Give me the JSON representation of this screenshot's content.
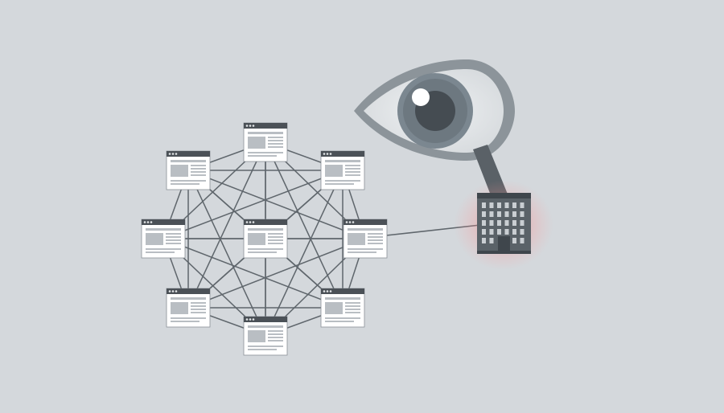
{
  "colors": {
    "background": "#d4d8dc",
    "window_frame": "#ffffff",
    "window_border": "#8a9096",
    "window_titlebar": "#4b5157",
    "window_content": "#b9bec3",
    "link_line": "#5f666c",
    "eye_outer": "#8a9298",
    "eye_white": "#e6e8ea",
    "iris": "#7b8790",
    "pupil": "#454c52",
    "highlight": "#ffffff",
    "stem": "#5a6167",
    "building": "#5a6268",
    "building_roof": "#3f464c",
    "building_window": "#c9ced2",
    "glow": "#ff7f7f"
  },
  "icons": {
    "web_page": "browser-window-icon",
    "eye": "eye-icon",
    "building": "office-building-icon"
  },
  "network": {
    "nodes": [
      {
        "id": "top"
      },
      {
        "id": "upper-right"
      },
      {
        "id": "right"
      },
      {
        "id": "lower-right"
      },
      {
        "id": "bottom"
      },
      {
        "id": "lower-left"
      },
      {
        "id": "left"
      },
      {
        "id": "upper-left"
      },
      {
        "id": "center"
      }
    ],
    "external_link": {
      "from": "right",
      "to": "building"
    }
  }
}
